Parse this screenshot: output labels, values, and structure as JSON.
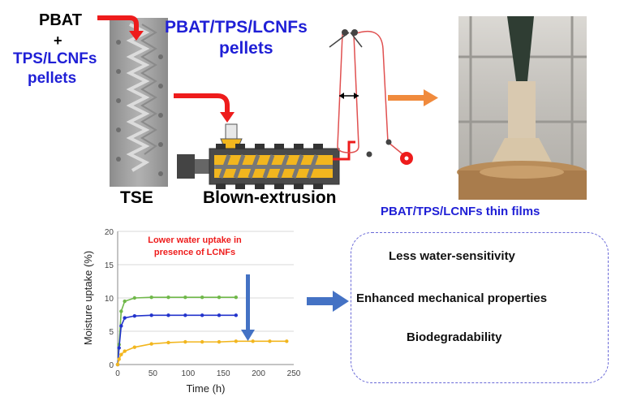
{
  "labels": {
    "pbat": "PBAT",
    "plus": "+",
    "tps_pellets_1": "TPS/LCNFs",
    "tps_pellets_2": "pellets",
    "blend_pellets_1": "PBAT/TPS/LCNFs",
    "blend_pellets_2": "pellets",
    "tse": "TSE",
    "blown": "Blown-extrusion",
    "films": "PBAT/TPS/LCNFs thin films"
  },
  "benefits": [
    "Less water-sensitivity",
    "Enhanced mechanical properties",
    "Biodegradability"
  ],
  "colors": {
    "red_arrow": "#ee1c1c",
    "orange_arrow": "#f08a3c",
    "blue_arrow": "#4472c4",
    "label_blue": "#1f1fd6",
    "film_line": "#e05050"
  },
  "chart_data": {
    "type": "line",
    "xlabel": "Time (h)",
    "ylabel": "Moisture uptake (%)",
    "xlim": [
      0,
      250
    ],
    "ylim": [
      0,
      20
    ],
    "xticks": [
      0,
      50,
      100,
      150,
      200,
      250
    ],
    "yticks": [
      0,
      5,
      10,
      15,
      20
    ],
    "annotation": "Lower water uptake in presence of LCNFs",
    "annotation_lines": [
      "Lower water uptake in",
      "presence of LCNFs"
    ],
    "grid": "horizontal",
    "series": [
      {
        "color": "#70b84a",
        "x": [
          0,
          2,
          5,
          10,
          24,
          48,
          72,
          96,
          120,
          144,
          168
        ],
        "y": [
          0,
          3,
          8,
          9.5,
          10,
          10.1,
          10.1,
          10.1,
          10.1,
          10.1,
          10.1
        ]
      },
      {
        "color": "#2233cc",
        "x": [
          0,
          2,
          5,
          10,
          24,
          48,
          72,
          96,
          120,
          144,
          168
        ],
        "y": [
          0,
          2.5,
          5.8,
          7,
          7.3,
          7.4,
          7.4,
          7.4,
          7.4,
          7.4,
          7.4
        ]
      },
      {
        "color": "#f2b61e",
        "x": [
          0,
          2,
          5,
          10,
          24,
          48,
          72,
          96,
          120,
          144,
          168,
          192,
          216,
          240
        ],
        "y": [
          0,
          0.8,
          1.5,
          2,
          2.6,
          3.1,
          3.3,
          3.4,
          3.4,
          3.4,
          3.5,
          3.5,
          3.5,
          3.5
        ]
      }
    ]
  }
}
